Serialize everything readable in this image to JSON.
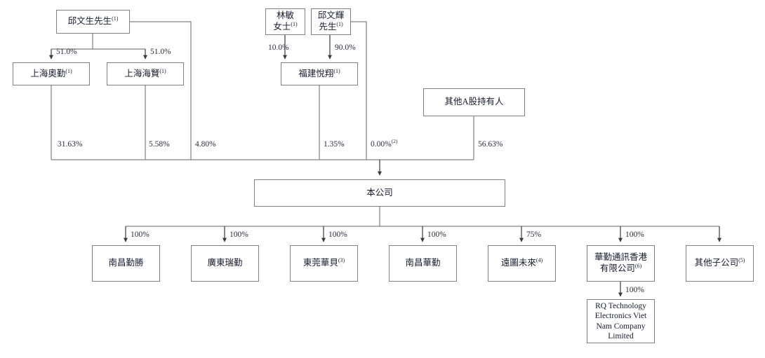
{
  "diagram": {
    "title": "Shareholding and corporate structure chart",
    "line_color": "#808080",
    "text_color": "#1a1a2e",
    "background": "#ffffff"
  },
  "nodes": {
    "qiu_wensheng": {
      "label": "邱文生先生",
      "note": "(1)"
    },
    "shanghai_aoqin": {
      "label": "上海奧勤",
      "note": "(1)"
    },
    "shanghai_haixian": {
      "label": "上海海賢",
      "note": "(1)"
    },
    "lin_min": {
      "line1": "林敏",
      "line2": "女士",
      "note": "(1)"
    },
    "qiu_wenhui": {
      "line1": "邱文輝",
      "line2": "先生",
      "note": "(1)"
    },
    "fujian_yuexiang": {
      "label": "福建悅翔",
      "note": "(1)"
    },
    "other_a_shareholders": {
      "label": "其他A股持有人",
      "note": ""
    },
    "company": {
      "label": "本公司",
      "note": ""
    },
    "nanchang_qinsheng": {
      "label": "南昌勤勝",
      "note": ""
    },
    "guangdong_ruiqin": {
      "label": "廣東瑞勤",
      "note": ""
    },
    "dongguan_huabei": {
      "label": "東莞華貝",
      "note": "(3)"
    },
    "nanchang_huaqin": {
      "label": "南昌華勤",
      "note": ""
    },
    "yuantu_weilai": {
      "label": "遠圖未來",
      "note": "(4)"
    },
    "huaqin_hk": {
      "line1": "華勤通訊香港",
      "line2": "有限公司",
      "note": "(6)"
    },
    "other_subsidiaries": {
      "label": "其他子公司",
      "note": "(5)"
    },
    "rq_vietnam": {
      "line1": "RQ Technology",
      "line2": "Electronics Viet",
      "line3": "Nam Company",
      "line4": "Limited",
      "note": ""
    }
  },
  "edges": {
    "qiu_to_aoqin": {
      "value": "51.0%"
    },
    "qiu_to_haixian": {
      "value": "51.0%"
    },
    "linmin_to_yuexiang": {
      "value": "10.0%"
    },
    "qiuwenhui_to_yuexiang": {
      "value": "90.0%"
    },
    "aoqin_to_company": {
      "value": "31.63%"
    },
    "haixian_to_company": {
      "value": "5.58%"
    },
    "qiu_to_company": {
      "value": "4.80%"
    },
    "yuexiang_to_company": {
      "value": "1.35%"
    },
    "qiuwenhui_to_company": {
      "value": "0.00%",
      "note": "(2)"
    },
    "othera_to_company": {
      "value": "56.63%"
    },
    "company_to_nanchang_qinsheng": {
      "value": "100%"
    },
    "company_to_guangdong_ruiqin": {
      "value": "100%"
    },
    "company_to_dongguan_huabei": {
      "value": "100%"
    },
    "company_to_nanchang_huaqin": {
      "value": "100%"
    },
    "company_to_yuantu_weilai": {
      "value": "75%"
    },
    "company_to_huaqin_hk": {
      "value": "100%"
    },
    "company_to_other_subsidiaries": {
      "value": ""
    },
    "huaqin_hk_to_rq_vietnam": {
      "value": "100%"
    }
  },
  "chart_data": {
    "type": "diagram",
    "title": "Shareholding structure of 本公司",
    "shareholders_of_company": [
      {
        "name": "上海奧勤",
        "percent": 31.63,
        "label": "31.63%"
      },
      {
        "name": "上海海賢",
        "percent": 5.58,
        "label": "5.58%"
      },
      {
        "name": "邱文生先生",
        "percent": 4.8,
        "label": "4.80%"
      },
      {
        "name": "福建悅翔",
        "percent": 1.35,
        "label": "1.35%"
      },
      {
        "name": "邱文輝先生",
        "percent": 0.0,
        "label": "0.00%(2)"
      },
      {
        "name": "其他A股持有人",
        "percent": 56.63,
        "label": "56.63%"
      }
    ],
    "upstream_holdings": [
      {
        "holder": "邱文生先生",
        "held": "上海奧勤",
        "percent": 51.0,
        "label": "51.0%"
      },
      {
        "holder": "邱文生先生",
        "held": "上海海賢",
        "percent": 51.0,
        "label": "51.0%"
      },
      {
        "holder": "林敏女士",
        "held": "福建悅翔",
        "percent": 10.0,
        "label": "10.0%"
      },
      {
        "holder": "邱文輝先生",
        "held": "福建悅翔",
        "percent": 90.0,
        "label": "90.0%"
      }
    ],
    "subsidiaries_of_company": [
      {
        "name": "南昌勤勝",
        "percent": 100,
        "label": "100%"
      },
      {
        "name": "廣東瑞勤",
        "percent": 100,
        "label": "100%"
      },
      {
        "name": "東莞華貝",
        "percent": 100,
        "label": "100%"
      },
      {
        "name": "南昌華勤",
        "percent": 100,
        "label": "100%"
      },
      {
        "name": "遠圖未來",
        "percent": 75,
        "label": "75%"
      },
      {
        "name": "華勤通訊香港有限公司",
        "percent": 100,
        "label": "100%"
      },
      {
        "name": "其他子公司",
        "percent": null,
        "label": ""
      }
    ],
    "sub_subsidiaries": [
      {
        "parent": "華勤通訊香港有限公司",
        "name": "RQ Technology Electronics Viet Nam Company Limited",
        "percent": 100,
        "label": "100%"
      }
    ]
  }
}
